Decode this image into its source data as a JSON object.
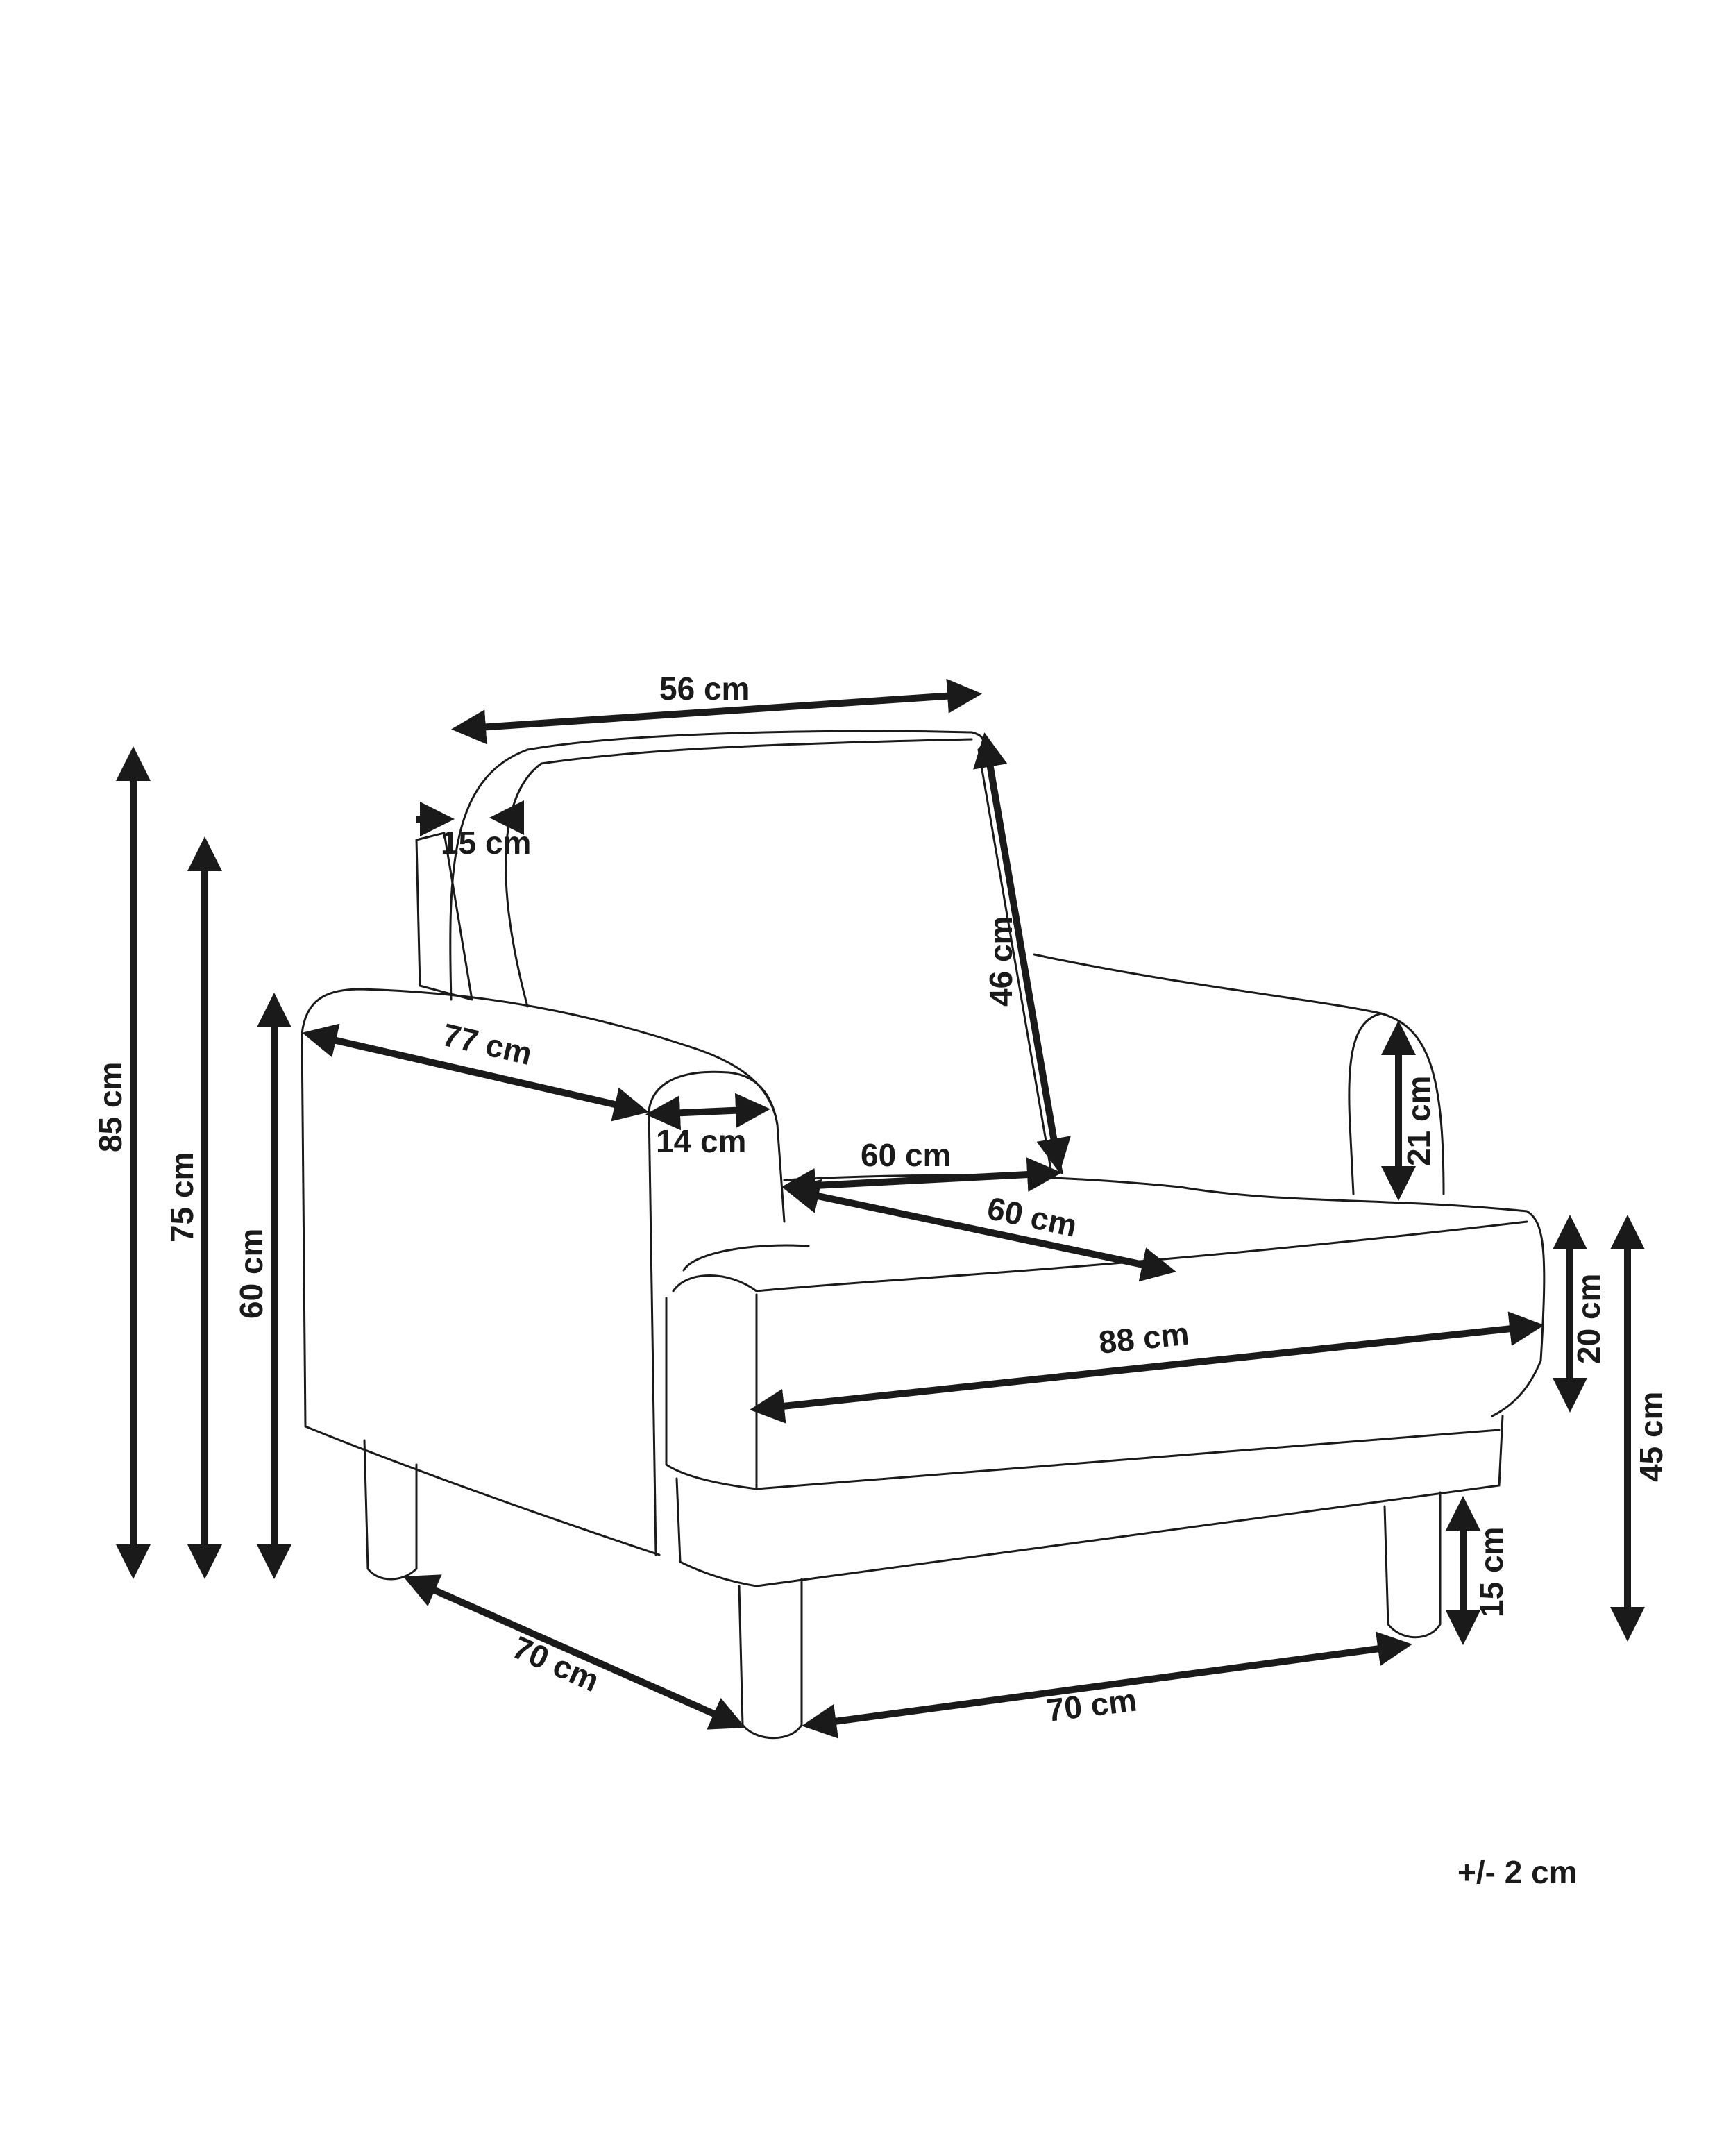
{
  "diagram": {
    "subject": "armchair dimensions",
    "tolerance": "+/- 2 cm",
    "labels": {
      "total_height": "85 cm",
      "back_height": "75 cm",
      "arm_height": "60 cm",
      "backrest_width": "56 cm",
      "backrest_depth": "15 cm",
      "backrest_height": "46 cm",
      "arm_length": "77 cm",
      "arm_width": "14 cm",
      "seat_width": "60 cm",
      "seat_depth": "60 cm",
      "arm_above_seat": "21 cm",
      "cushion_height": "20 cm",
      "seat_height": "45 cm",
      "total_width": "88 cm",
      "leg_height": "15 cm",
      "base_depth": "70 cm",
      "base_width": "70 cm"
    },
    "colors": {
      "line": "#1a1a1a",
      "background": "#ffffff"
    }
  }
}
